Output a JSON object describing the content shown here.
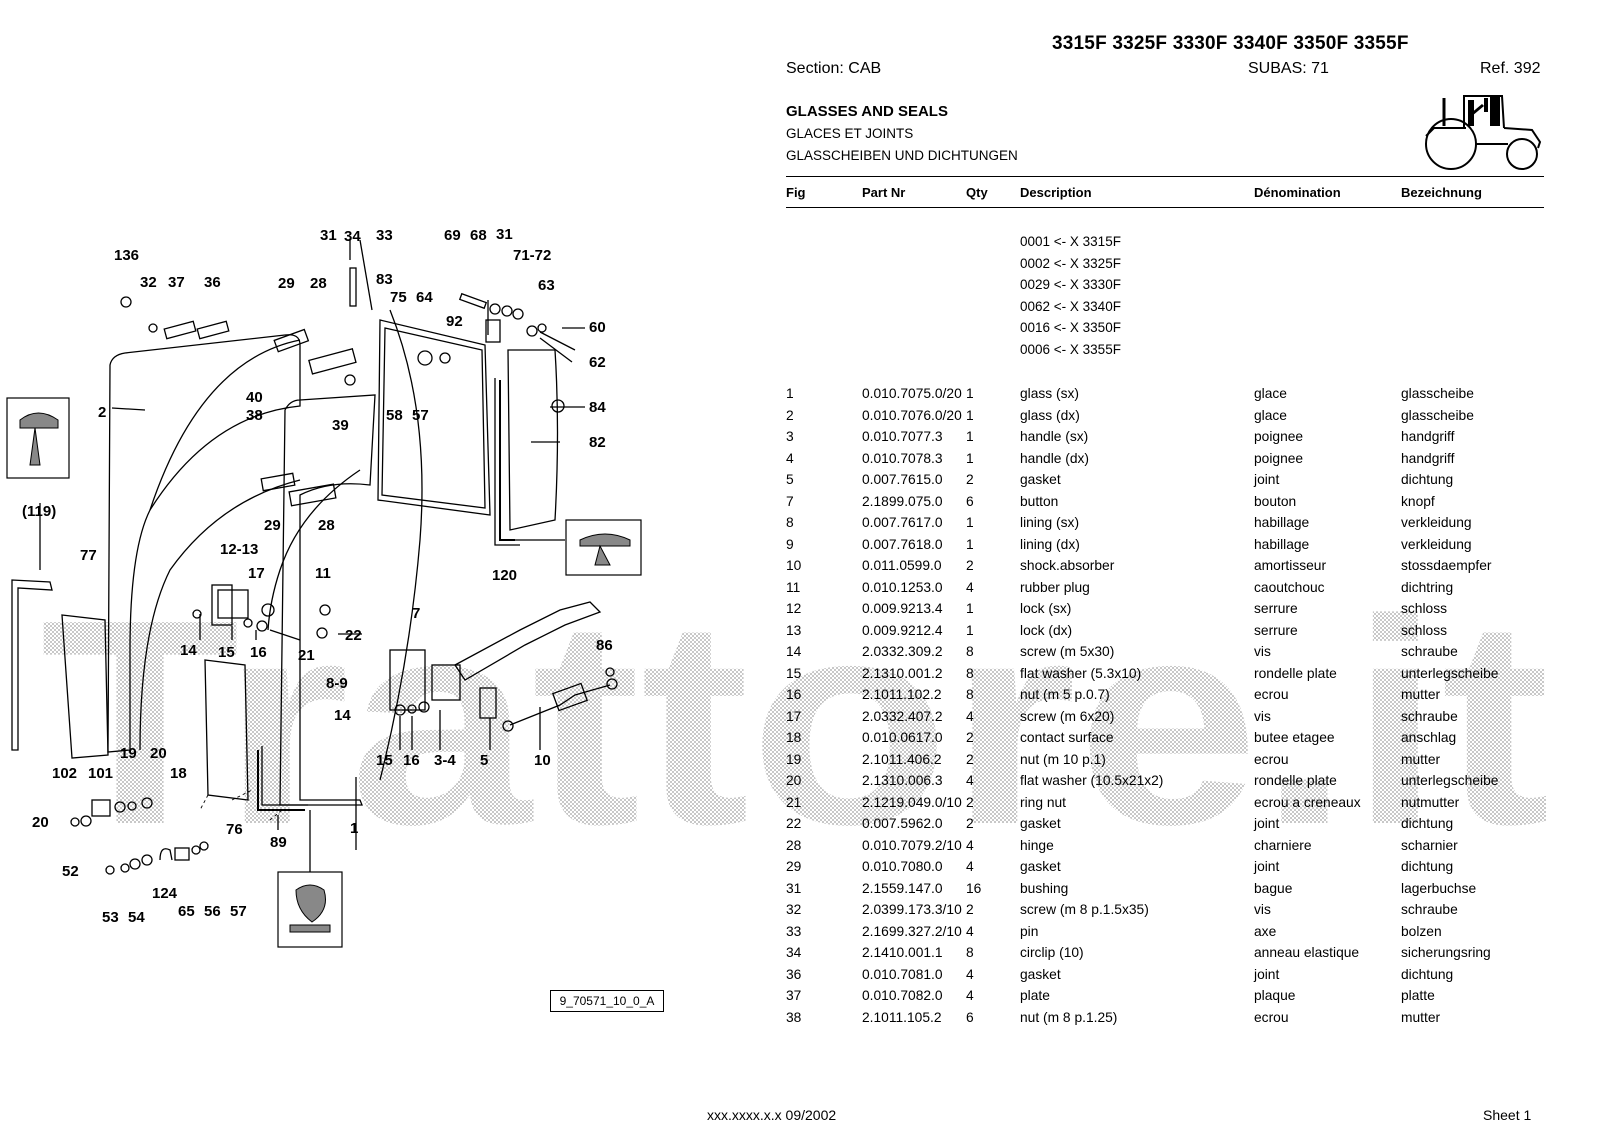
{
  "header": {
    "models": "3315F 3325F 3330F 3340F 3350F 3355F",
    "section": "Section: CAB",
    "subas": "SUBAS: 71",
    "ref": "Ref. 392"
  },
  "titles": {
    "en": "GLASSES AND SEALS",
    "fr": "GLACES ET JOINTS",
    "de": "GLASSCHEIBEN UND DICHTUNGEN"
  },
  "columns": {
    "fig": "Fig",
    "part": "Part Nr",
    "qty": "Qty",
    "desc": "Description",
    "den": "Dénomination",
    "bez": "Bezeichnung"
  },
  "serial_notes": [
    "0001 <- X 3315F",
    "0002 <- X 3325F",
    "0029 <- X 3330F",
    "0062 <- X 3340F",
    "0016 <- X 3350F",
    "0006 <- X 3355F"
  ],
  "parts": [
    {
      "fig": "1",
      "part": "0.010.7075.0/20",
      "qty": "1",
      "desc": "glass (sx)",
      "den": "glace",
      "bez": "glasscheibe"
    },
    {
      "fig": "2",
      "part": "0.010.7076.0/20",
      "qty": "1",
      "desc": "glass (dx)",
      "den": "glace",
      "bez": "glasscheibe"
    },
    {
      "fig": "3",
      "part": "0.010.7077.3",
      "qty": "1",
      "desc": "handle (sx)",
      "den": "poignee",
      "bez": "handgriff"
    },
    {
      "fig": "4",
      "part": "0.010.7078.3",
      "qty": "1",
      "desc": "handle (dx)",
      "den": "poignee",
      "bez": "handgriff"
    },
    {
      "fig": "5",
      "part": "0.007.7615.0",
      "qty": "2",
      "desc": "gasket",
      "den": "joint",
      "bez": "dichtung"
    },
    {
      "fig": "7",
      "part": "2.1899.075.0",
      "qty": "6",
      "desc": "button",
      "den": "bouton",
      "bez": "knopf"
    },
    {
      "fig": "8",
      "part": "0.007.7617.0",
      "qty": "1",
      "desc": "lining (sx)",
      "den": "habillage",
      "bez": "verkleidung"
    },
    {
      "fig": "9",
      "part": "0.007.7618.0",
      "qty": "1",
      "desc": "lining (dx)",
      "den": "habillage",
      "bez": "verkleidung"
    },
    {
      "fig": "10",
      "part": "0.011.0599.0",
      "qty": "2",
      "desc": "shock.absorber",
      "den": "amortisseur",
      "bez": "stossdaempfer"
    },
    {
      "fig": "11",
      "part": "0.010.1253.0",
      "qty": "4",
      "desc": "rubber plug",
      "den": "caoutchouc",
      "bez": "dichtring"
    },
    {
      "fig": "12",
      "part": "0.009.9213.4",
      "qty": "1",
      "desc": "lock (sx)",
      "den": "serrure",
      "bez": "schloss"
    },
    {
      "fig": "13",
      "part": "0.009.9212.4",
      "qty": "1",
      "desc": "lock (dx)",
      "den": "serrure",
      "bez": "schloss"
    },
    {
      "fig": "14",
      "part": "2.0332.309.2",
      "qty": "8",
      "desc": "screw (m 5x30)",
      "den": "vis",
      "bez": "schraube"
    },
    {
      "fig": "15",
      "part": "2.1310.001.2",
      "qty": "8",
      "desc": "flat washer (5.3x10)",
      "den": "rondelle plate",
      "bez": "unterlegscheibe"
    },
    {
      "fig": "16",
      "part": "2.1011.102.2",
      "qty": "8",
      "desc": "nut (m 5 p.0.7)",
      "den": "ecrou",
      "bez": "mutter"
    },
    {
      "fig": "17",
      "part": "2.0332.407.2",
      "qty": "4",
      "desc": "screw (m 6x20)",
      "den": "vis",
      "bez": "schraube"
    },
    {
      "fig": "18",
      "part": "0.010.0617.0",
      "qty": "2",
      "desc": "contact surface",
      "den": "butee etagee",
      "bez": "anschlag"
    },
    {
      "fig": "19",
      "part": "2.1011.406.2",
      "qty": "2",
      "desc": "nut (m 10 p.1)",
      "den": "ecrou",
      "bez": "mutter"
    },
    {
      "fig": "20",
      "part": "2.1310.006.3",
      "qty": "4",
      "desc": "flat washer (10.5x21x2)",
      "den": "rondelle plate",
      "bez": "unterlegscheibe"
    },
    {
      "fig": "21",
      "part": "2.1219.049.0/10",
      "qty": "2",
      "desc": "ring nut",
      "den": "ecrou a creneaux",
      "bez": "nutmutter"
    },
    {
      "fig": "22",
      "part": "0.007.5962.0",
      "qty": "2",
      "desc": "gasket",
      "den": "joint",
      "bez": "dichtung"
    },
    {
      "fig": "28",
      "part": "0.010.7079.2/10",
      "qty": "4",
      "desc": "hinge",
      "den": "charniere",
      "bez": "scharnier"
    },
    {
      "fig": "29",
      "part": "0.010.7080.0",
      "qty": "4",
      "desc": "gasket",
      "den": "joint",
      "bez": "dichtung"
    },
    {
      "fig": "31",
      "part": "2.1559.147.0",
      "qty": "16",
      "desc": "bushing",
      "den": "bague",
      "bez": "lagerbuchse"
    },
    {
      "fig": "32",
      "part": "2.0399.173.3/10",
      "qty": "2",
      "desc": "screw (m 8 p.1.5x35)",
      "den": "vis",
      "bez": "schraube"
    },
    {
      "fig": "33",
      "part": "2.1699.327.2/10",
      "qty": "4",
      "desc": "pin",
      "den": "axe",
      "bez": "bolzen"
    },
    {
      "fig": "34",
      "part": "2.1410.001.1",
      "qty": "8",
      "desc": "circlip (10)",
      "den": "anneau elastique",
      "bez": "sicherungsring"
    },
    {
      "fig": "36",
      "part": "0.010.7081.0",
      "qty": "4",
      "desc": "gasket",
      "den": "joint",
      "bez": "dichtung"
    },
    {
      "fig": "37",
      "part": "0.010.7082.0",
      "qty": "4",
      "desc": "plate",
      "den": "plaque",
      "bez": "platte"
    },
    {
      "fig": "38",
      "part": "2.1011.105.2",
      "qty": "6",
      "desc": "nut (m 8 p.1.25)",
      "den": "ecrou",
      "bez": "mutter"
    }
  ],
  "diagram": {
    "drawing_id": "9_70571_10_0_A",
    "callouts": [
      "136",
      "32",
      "37",
      "36",
      "2",
      "(119)",
      "31",
      "34",
      "33",
      "83",
      "29",
      "28",
      "40",
      "38",
      "39",
      "75",
      "64",
      "58",
      "57",
      "69",
      "68",
      "31",
      "71-72",
      "63",
      "92",
      "60",
      "62",
      "84",
      "82",
      "120",
      "29",
      "28",
      "12-13",
      "17",
      "11",
      "22",
      "21",
      "14",
      "15",
      "16",
      "7",
      "86",
      "8-9",
      "14",
      "15",
      "16",
      "3-4",
      "5",
      "10",
      "77",
      "1",
      "19",
      "20",
      "18",
      "102",
      "101",
      "20",
      "76",
      "89",
      "52",
      "53",
      "54",
      "124",
      "65",
      "56",
      "57"
    ]
  },
  "watermark": "Trattore.it",
  "footer": {
    "code": "xxx.xxxx.x.x  09/2002",
    "sheet": "Sheet 1"
  }
}
